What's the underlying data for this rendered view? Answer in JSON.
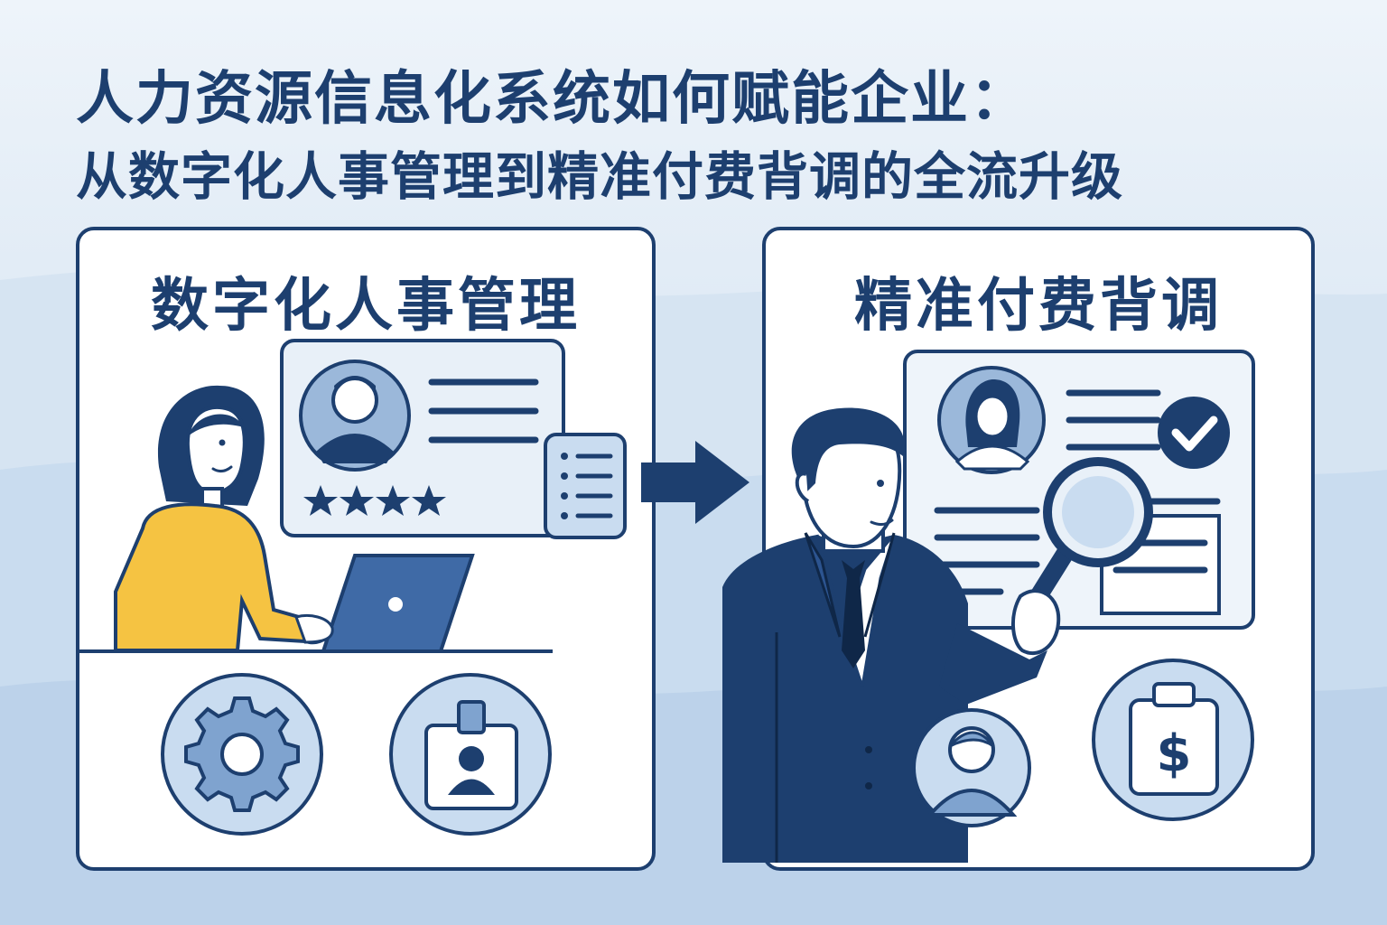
{
  "title": {
    "line1": "人力资源信息化系统如何赋能企业：",
    "line2": "从数字化人事管理到精准付费背调的全流升级"
  },
  "left_panel": {
    "title": "数字化人事管理"
  },
  "right_panel": {
    "title": "精准付费背调"
  },
  "icons": {
    "left": [
      "profile-card-icon",
      "checklist-icon",
      "laptop-icon",
      "gear-icon",
      "id-badge-icon"
    ],
    "right": [
      "resume-document-icon",
      "checkmark-icon",
      "magnifying-glass-icon",
      "money-bag-icon",
      "candidate-avatar-icon"
    ],
    "connector": "arrow-right-icon"
  },
  "colors": {
    "navy": "#1d3f6f",
    "light_blue": "#c9dcf0",
    "mid_blue": "#7fa3cf",
    "yellow": "#f5c342",
    "background": "#e3edf7"
  },
  "rating_stars": 4
}
